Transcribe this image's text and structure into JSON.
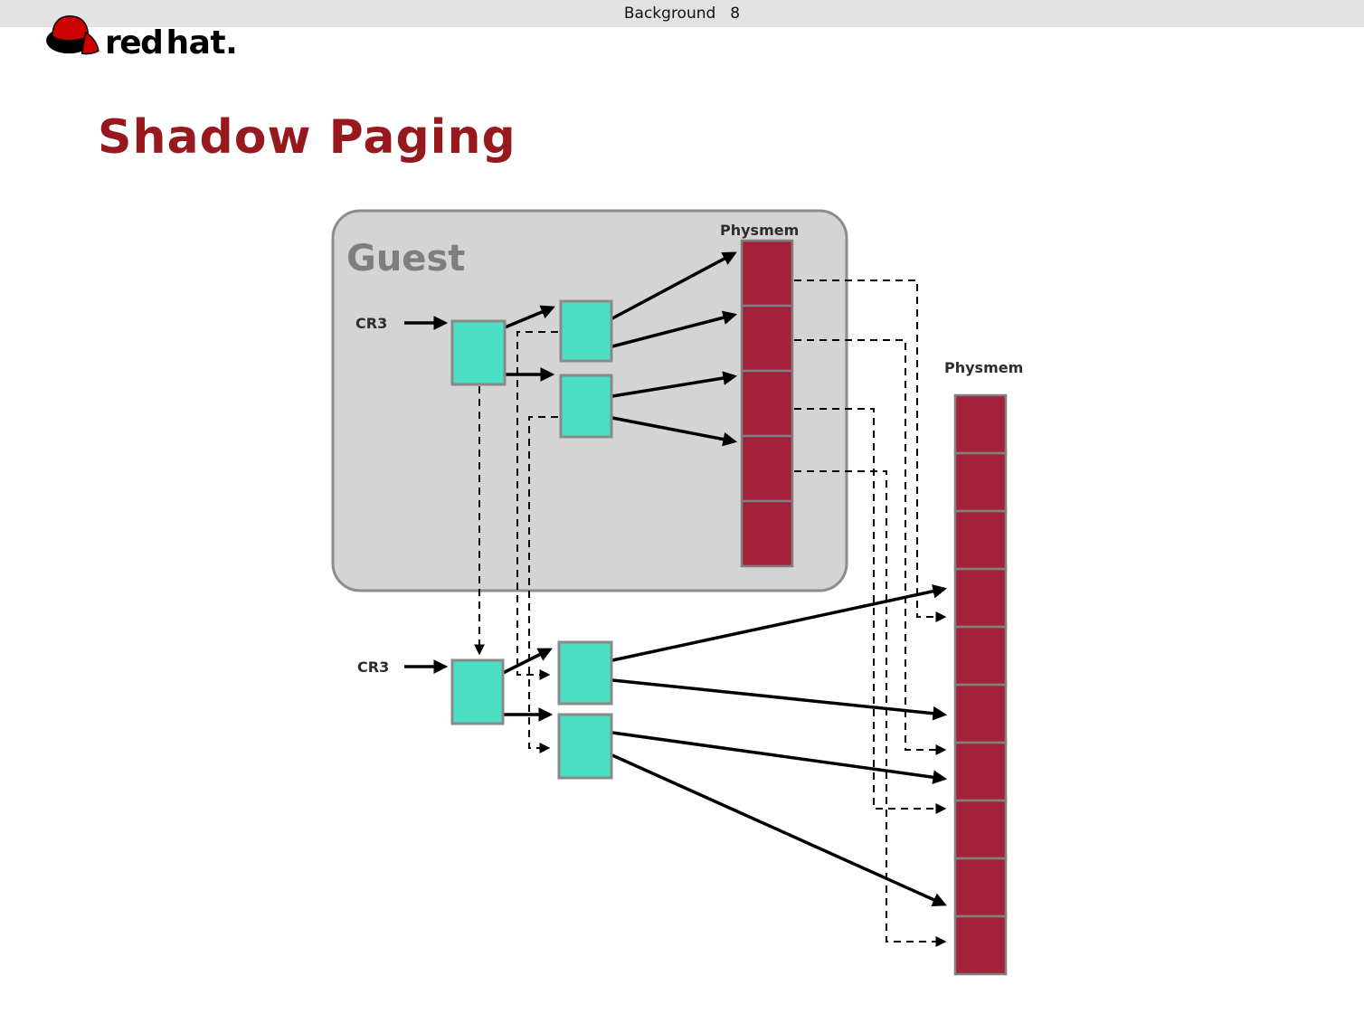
{
  "header": {
    "section_title": "Background",
    "page_number": "8"
  },
  "logo": {
    "word_red": "red",
    "word_hat": "hat."
  },
  "slide": {
    "title": "Shadow Paging"
  },
  "diagram": {
    "guest": {
      "label": "Guest",
      "cr3_label": "CR3",
      "physmem_label": "Physmem",
      "physmem_segments": 5
    },
    "shadow": {
      "cr3_label": "CR3"
    },
    "host": {
      "physmem_label": "Physmem",
      "physmem_segments": 10
    },
    "colors": {
      "page_table_fill": "#4be0c6",
      "physmem_fill": "#a32239",
      "guest_box_fill": "#d4d4d4",
      "guest_label_color": "#7e7e7e",
      "title_color": "#97191e"
    }
  }
}
